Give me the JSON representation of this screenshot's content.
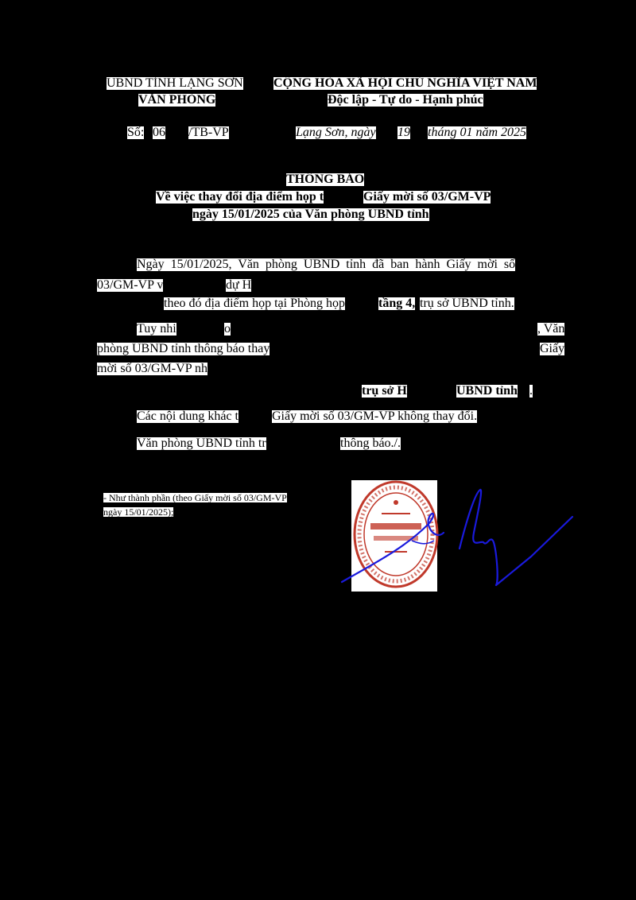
{
  "header": {
    "agency_line1": "UBND TỈNH LẠNG SƠN",
    "agency_line2": "VĂN PHÒNG",
    "country_line1": "CỘNG HÒA XÃ HỘI CHỦ NGHĨA VIỆT NAM",
    "country_line2": "Độc lập - Tự do - Hạnh phúc",
    "number_prefix": "Số:",
    "number_value": "06",
    "number_suffix": "/TB-VP",
    "place_prefix": "Lạng Sơn, ngày",
    "day": "19",
    "month_year": "tháng 01 năm 2025"
  },
  "title": {
    "heading": "THÔNG BÁO",
    "line1_a": "Về việc thay đổi địa điểm họp t",
    "line1_b": "Giấy mời số 03/GM-VP",
    "line2": "ngày 15/01/2025 của Văn phòng UBND tỉnh"
  },
  "body": {
    "p1_line1": "Ngày 15/01/2025, Văn phòng UBND tỉnh đã ban hành Giấy mời số",
    "p1_line2_a": "03/GM-VP v",
    "p1_line2_b": "dự H",
    "p1_line3_a": "theo đó địa điểm họp tại Phòng họp ",
    "p1_line3_b": "tầng 4,",
    "p1_line3_c": " trụ sở UBND tỉnh.",
    "p2_line1_a": "Tuy nhi",
    "p2_line1_b": "o",
    "p2_line1_c": ", Văn",
    "p2_line2_a": "phòng UBND tỉnh thông báo thay",
    "p2_line2_b": "Giấy",
    "p2_line3": "mời số 03/GM-VP nh",
    "p2_line4_a": "trụ sở H",
    "p2_line4_b": "UBND tỉnh",
    "p2_line4_c": ".",
    "p3_a": "Các nội dung khác t",
    "p3_b": "Giấy mời số 03/GM-VP không thay đổi.",
    "p4_a": "Văn phòng UBND tỉnh tr",
    "p4_b": "thông báo./."
  },
  "recipients": {
    "line1": "- Như thành phần (theo Giấy mời số 03/GM-VP",
    "line2": "ngày 15/01/2025);"
  },
  "colors": {
    "stamp": "#c0392b",
    "signature": "#1a1adc"
  }
}
